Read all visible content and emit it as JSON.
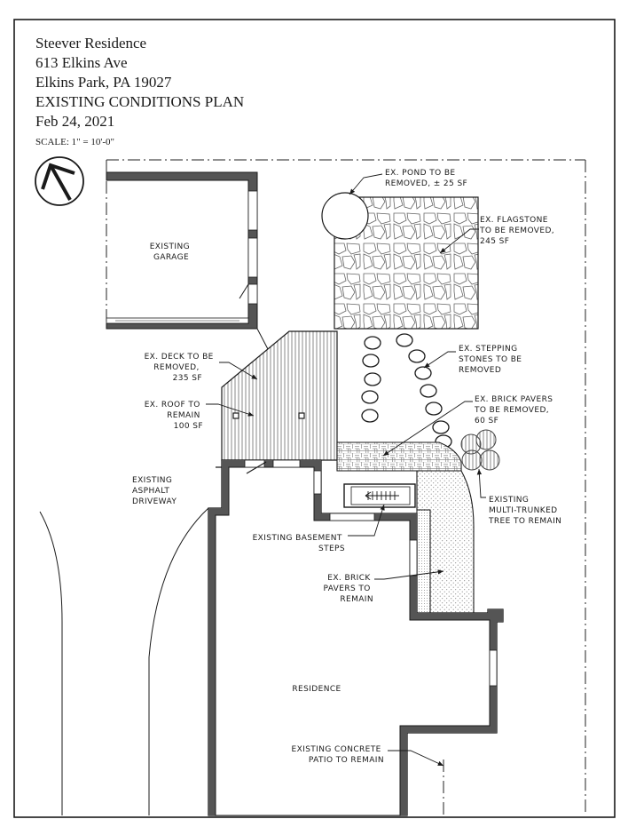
{
  "title_block": {
    "project": "Steever Residence",
    "street": "613 Elkins Ave",
    "city": "Elkins Park, PA 19027",
    "sheet_title": "EXISTING CONDITIONS PLAN",
    "date": "Feb 24, 2021",
    "scale": "SCALE: 1\" = 10'-0\""
  },
  "labels": {
    "garage": [
      "EXISTING",
      "GARAGE"
    ],
    "pond": [
      "EX. POND TO BE",
      "REMOVED, ± 25 SF"
    ],
    "flagstone": [
      "EX. FLAGSTONE",
      "TO BE REMOVED,",
      "245 SF"
    ],
    "deck": [
      "EX. DECK TO BE",
      "REMOVED,",
      "235 SF"
    ],
    "roof": [
      "EX. ROOF TO",
      "REMAIN",
      "100 SF"
    ],
    "stepping": [
      "EX. STEPPING",
      "STONES TO BE",
      "REMOVED"
    ],
    "pavers_remove": [
      "EX. BRICK PAVERS",
      "TO BE REMOVED,",
      "60 SF"
    ],
    "driveway": [
      "EXISTING",
      "ASPHALT",
      "DRIVEWAY"
    ],
    "tree": [
      "EXISTING",
      "MULTI-TRUNKED",
      "TREE TO REMAIN"
    ],
    "basement": [
      "EXISTING BASEMENT",
      "STEPS"
    ],
    "pavers_remain": [
      "EX. BRICK",
      "PAVERS TO",
      "REMAIN"
    ],
    "residence": [
      "RESIDENCE"
    ],
    "patio": [
      "EXISTING CONCRETE",
      "PATIO TO REMAIN"
    ]
  },
  "icons": {
    "north_arrow": "north-arrow-icon"
  },
  "colors": {
    "line": "#1a1a1a",
    "paper": "#ffffff",
    "hatch": "#555555"
  }
}
